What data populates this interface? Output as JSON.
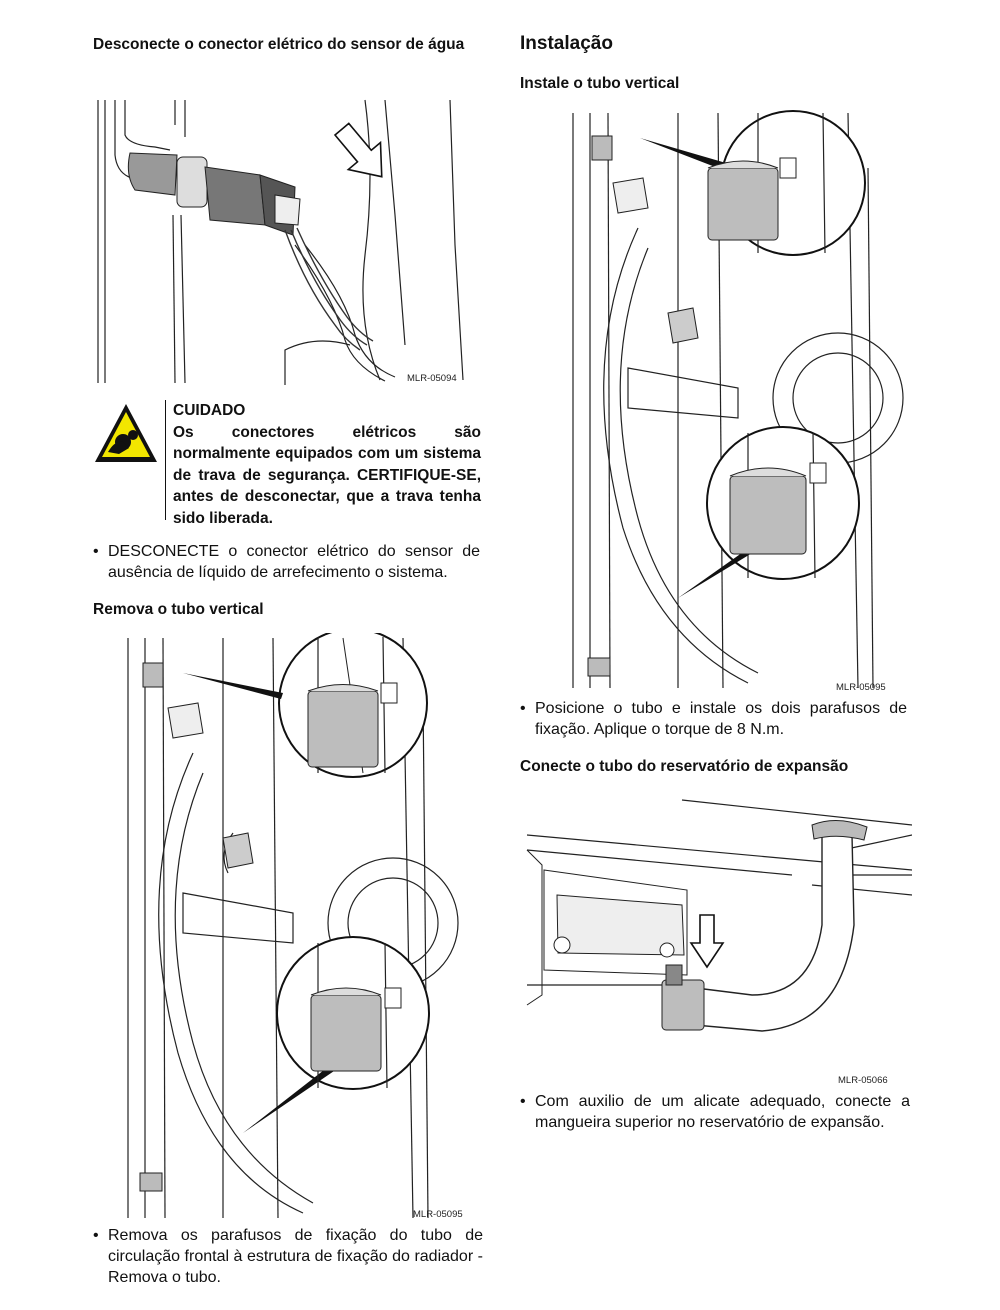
{
  "left": {
    "step1_heading": "Desconecte o conector elétrico do sensor de água",
    "figure1_label": "MLR-05094",
    "caution": {
      "title": "CUIDADO",
      "text": "Os conectores elétricos são normalmente equipados com um sistema de trava de segurança. CERTIFIQUE-SE, antes de desconectar, que a trava tenha sido liberada.",
      "icon": "hand-caught-in-gears-warning-icon"
    },
    "bullet1": "DESCONECTE o conector elétrico do sensor de ausência de líquido de arrefecimento o sistema.",
    "step2_heading": "Remova o tubo vertical",
    "figure2_label": "MLR-05095",
    "bullet2": "Remova os parafusos de fixação do tubo de circulação frontal à estrutura de fixação do radiador - Remova o tubo."
  },
  "right": {
    "section_heading": "Instalação",
    "step1_heading": "Instale o tubo vertical",
    "figure1_label": "MLR-05095",
    "bullet1": "Posicione o tubo e instale os dois parafusos de fixação. Aplique o torque de 8 N.m.",
    "step2_heading": "Conecte o tubo do reservatório de expansão",
    "figure2_label": "MLR-05066",
    "bullet2": "Com auxilio de um alicate adequado, conecte a mangueira superior no reservatório de expansão."
  },
  "colors": {
    "text": "#111111",
    "warning_yellow": "#f2e600",
    "clamp_gray": "#bdbdbd"
  }
}
